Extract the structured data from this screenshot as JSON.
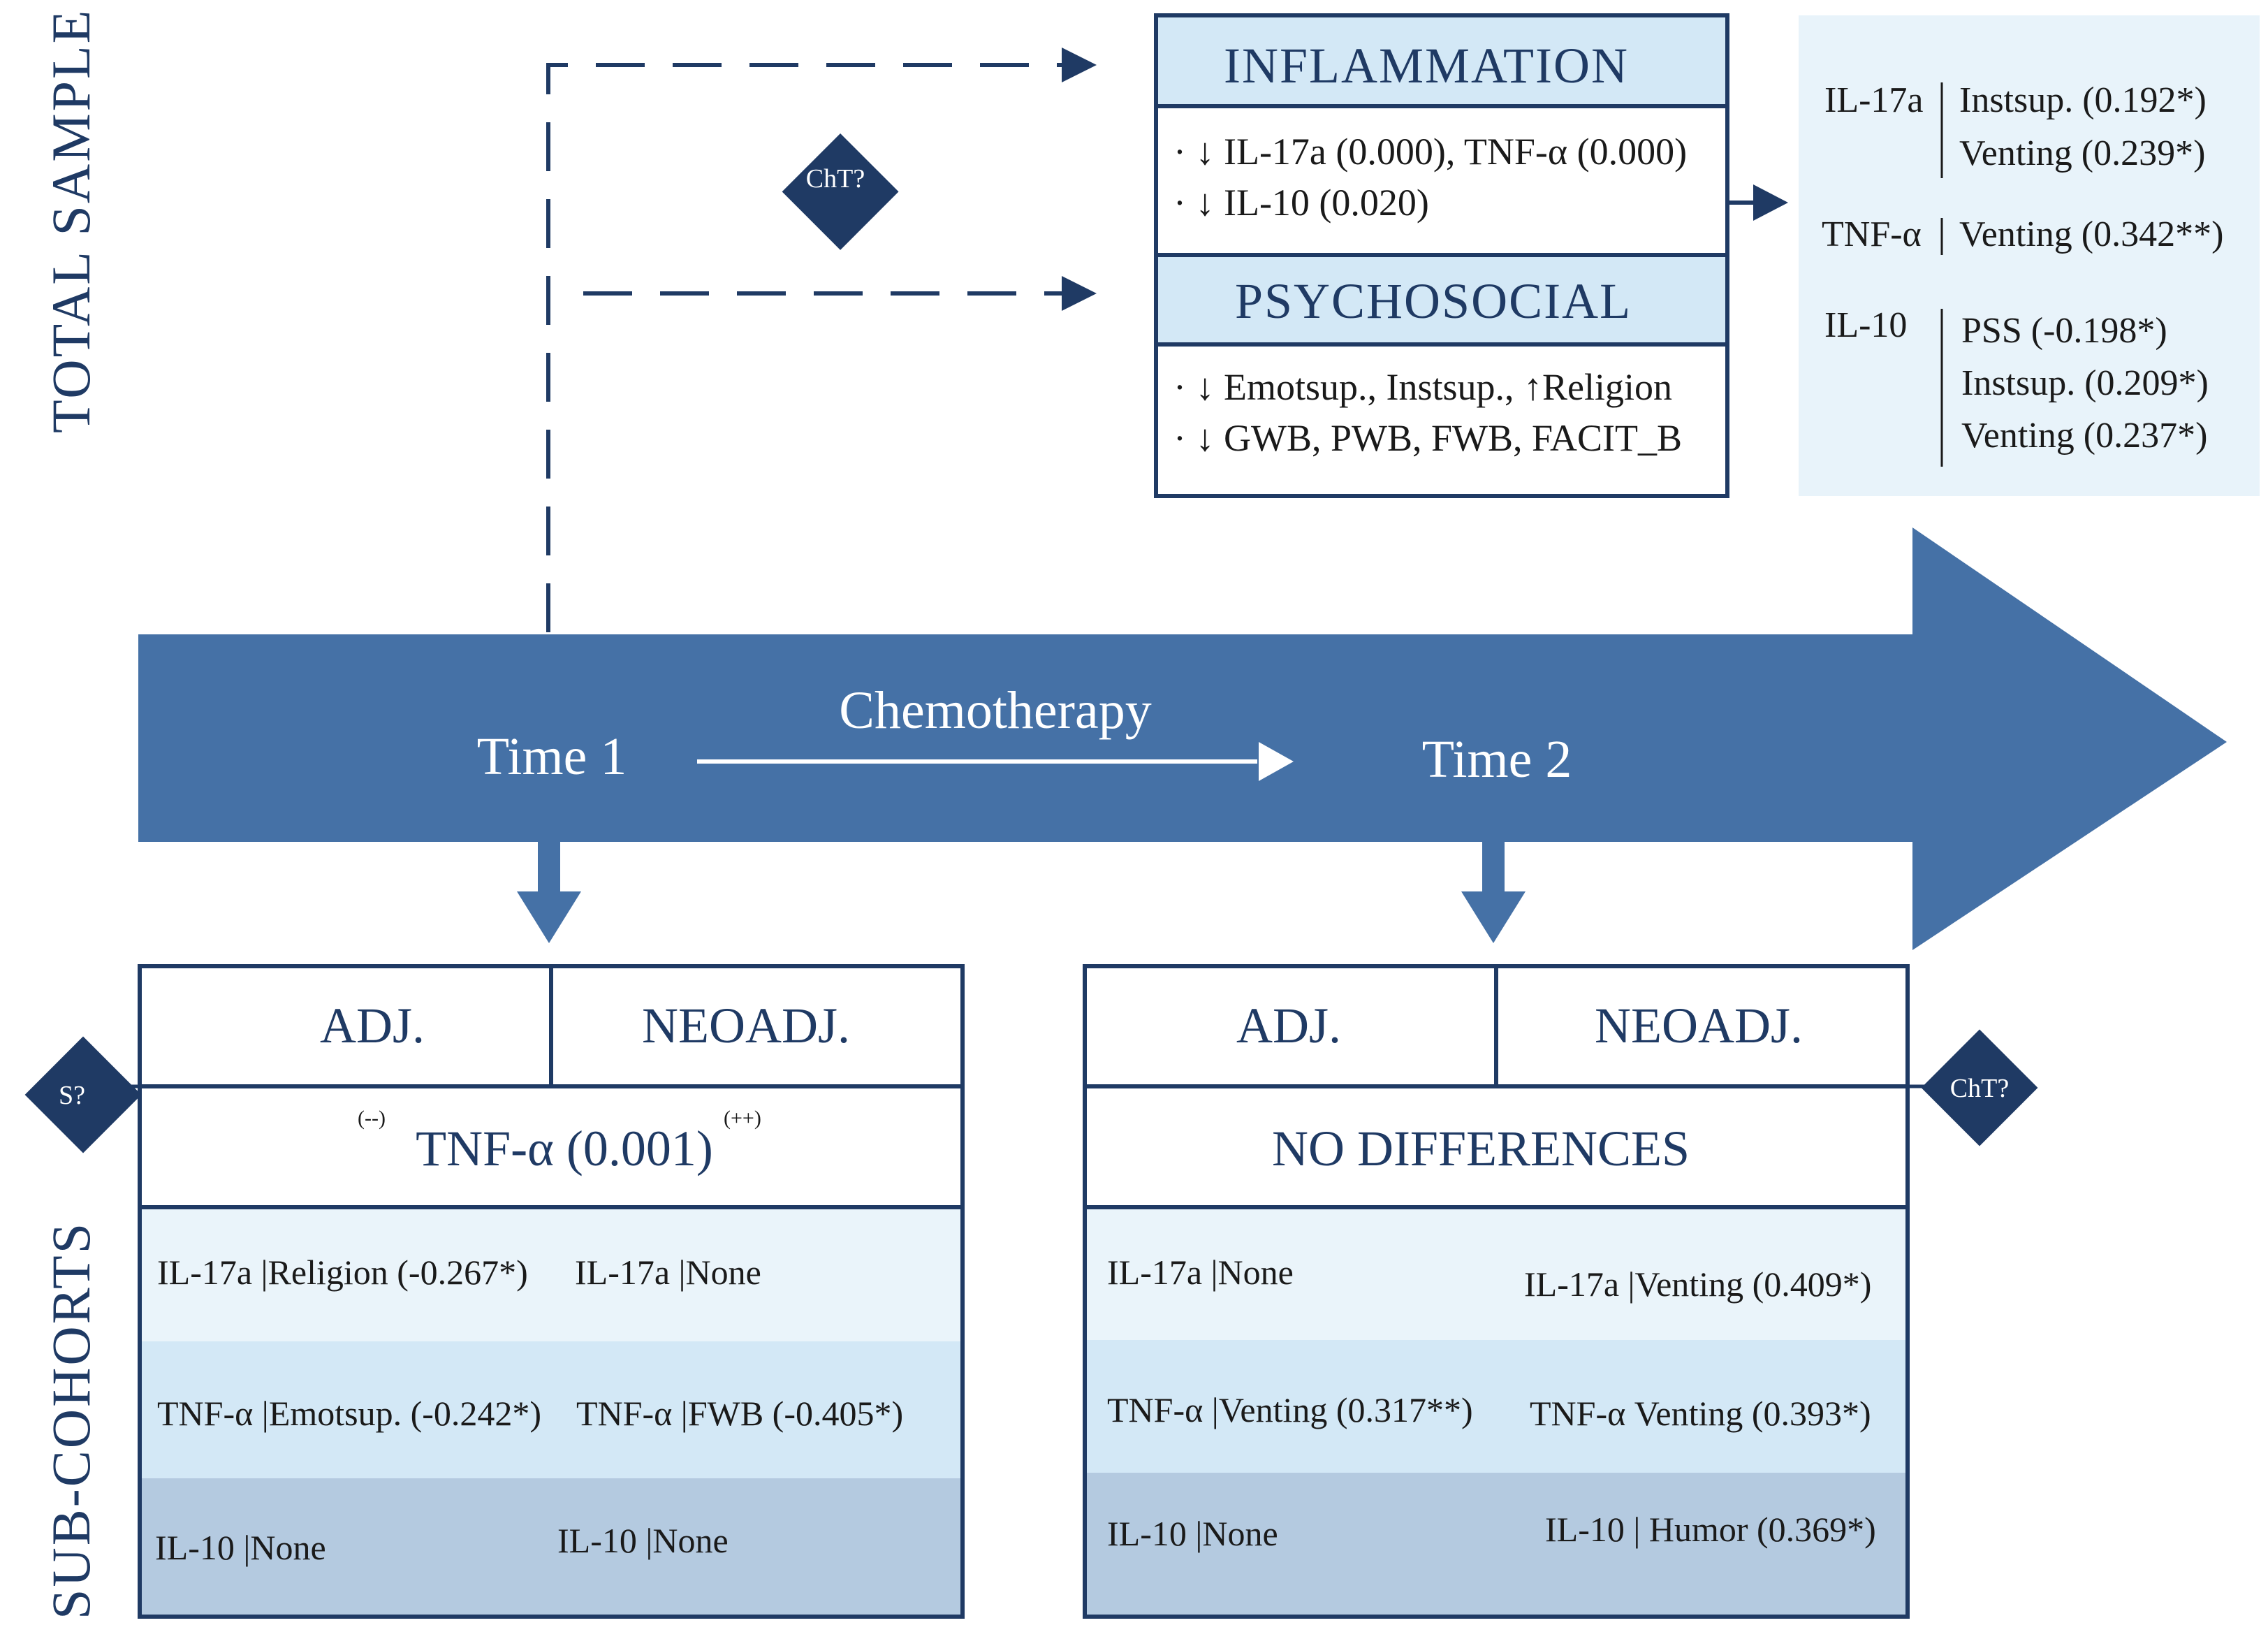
{
  "side_labels": {
    "top": "TOTAL SAMPLE",
    "bottom": "SUB-COHORTS"
  },
  "diamonds": {
    "top": "ChT?",
    "left": "S?",
    "right": "ChT?"
  },
  "timeline": {
    "time1": "Time 1",
    "time2": "Time 2",
    "process": "Chemotherapy"
  },
  "inflammation": {
    "header": "INFLAMMATION",
    "lines": [
      "· ↓ IL-17a (0.000), TNF-α (0.000)",
      "· ↓ IL-10 (0.020)"
    ]
  },
  "psychosocial": {
    "header": "PSYCHOSOCIAL",
    "lines": [
      "· ↓ Emotsup., Instsup., ↑Religion",
      "· ↓ GWB, PWB, FWB, FACIT_B"
    ]
  },
  "correlations": {
    "groups": [
      {
        "marker": "IL-17a",
        "items": [
          "Instsup. (0.192*)",
          "Venting (0.239*)"
        ]
      },
      {
        "marker": "TNF-α",
        "items": [
          "Venting (0.342**)"
        ]
      },
      {
        "marker": "IL-10",
        "items": [
          "PSS (-0.198*)",
          "Instsup. (0.209*)",
          "Venting (0.237*)"
        ]
      }
    ]
  },
  "time1_cohorts": {
    "col_left": "ADJ.",
    "col_right": "NEOADJ.",
    "result": "TNF-α (0.001)",
    "sup_left": "(--)",
    "sup_right": "(++)",
    "rows": [
      {
        "left": "IL-17a |Religion (-0.267*)",
        "right": "IL-17a |None"
      },
      {
        "left": "TNF-α |Emotsup. (-0.242*)",
        "right": "TNF-α |FWB (-0.405*)"
      },
      {
        "left": "IL-10 |None",
        "right": "IL-10 |None"
      }
    ]
  },
  "time2_cohorts": {
    "col_left": "ADJ.",
    "col_right": "NEOADJ.",
    "result": "NO DIFFERENCES",
    "rows": [
      {
        "left": "IL-17a |None",
        "right": "IL-17a |Venting (0.409*)"
      },
      {
        "left": "TNF-α |Venting (0.317**)",
        "right": "TNF-α Venting (0.393*)"
      },
      {
        "left": "IL-10 |None",
        "right": "IL-10 | Humor (0.369*)"
      }
    ]
  },
  "colors": {
    "navy": "#1f3a64",
    "arrow_blue": "#4571a6",
    "header_fill": "#d3e8f6",
    "correlation_panel": "#e8f3fa",
    "row_1": "#eaf4fa",
    "row_2": "#d3e8f6",
    "row_3": "#b4cae0"
  }
}
